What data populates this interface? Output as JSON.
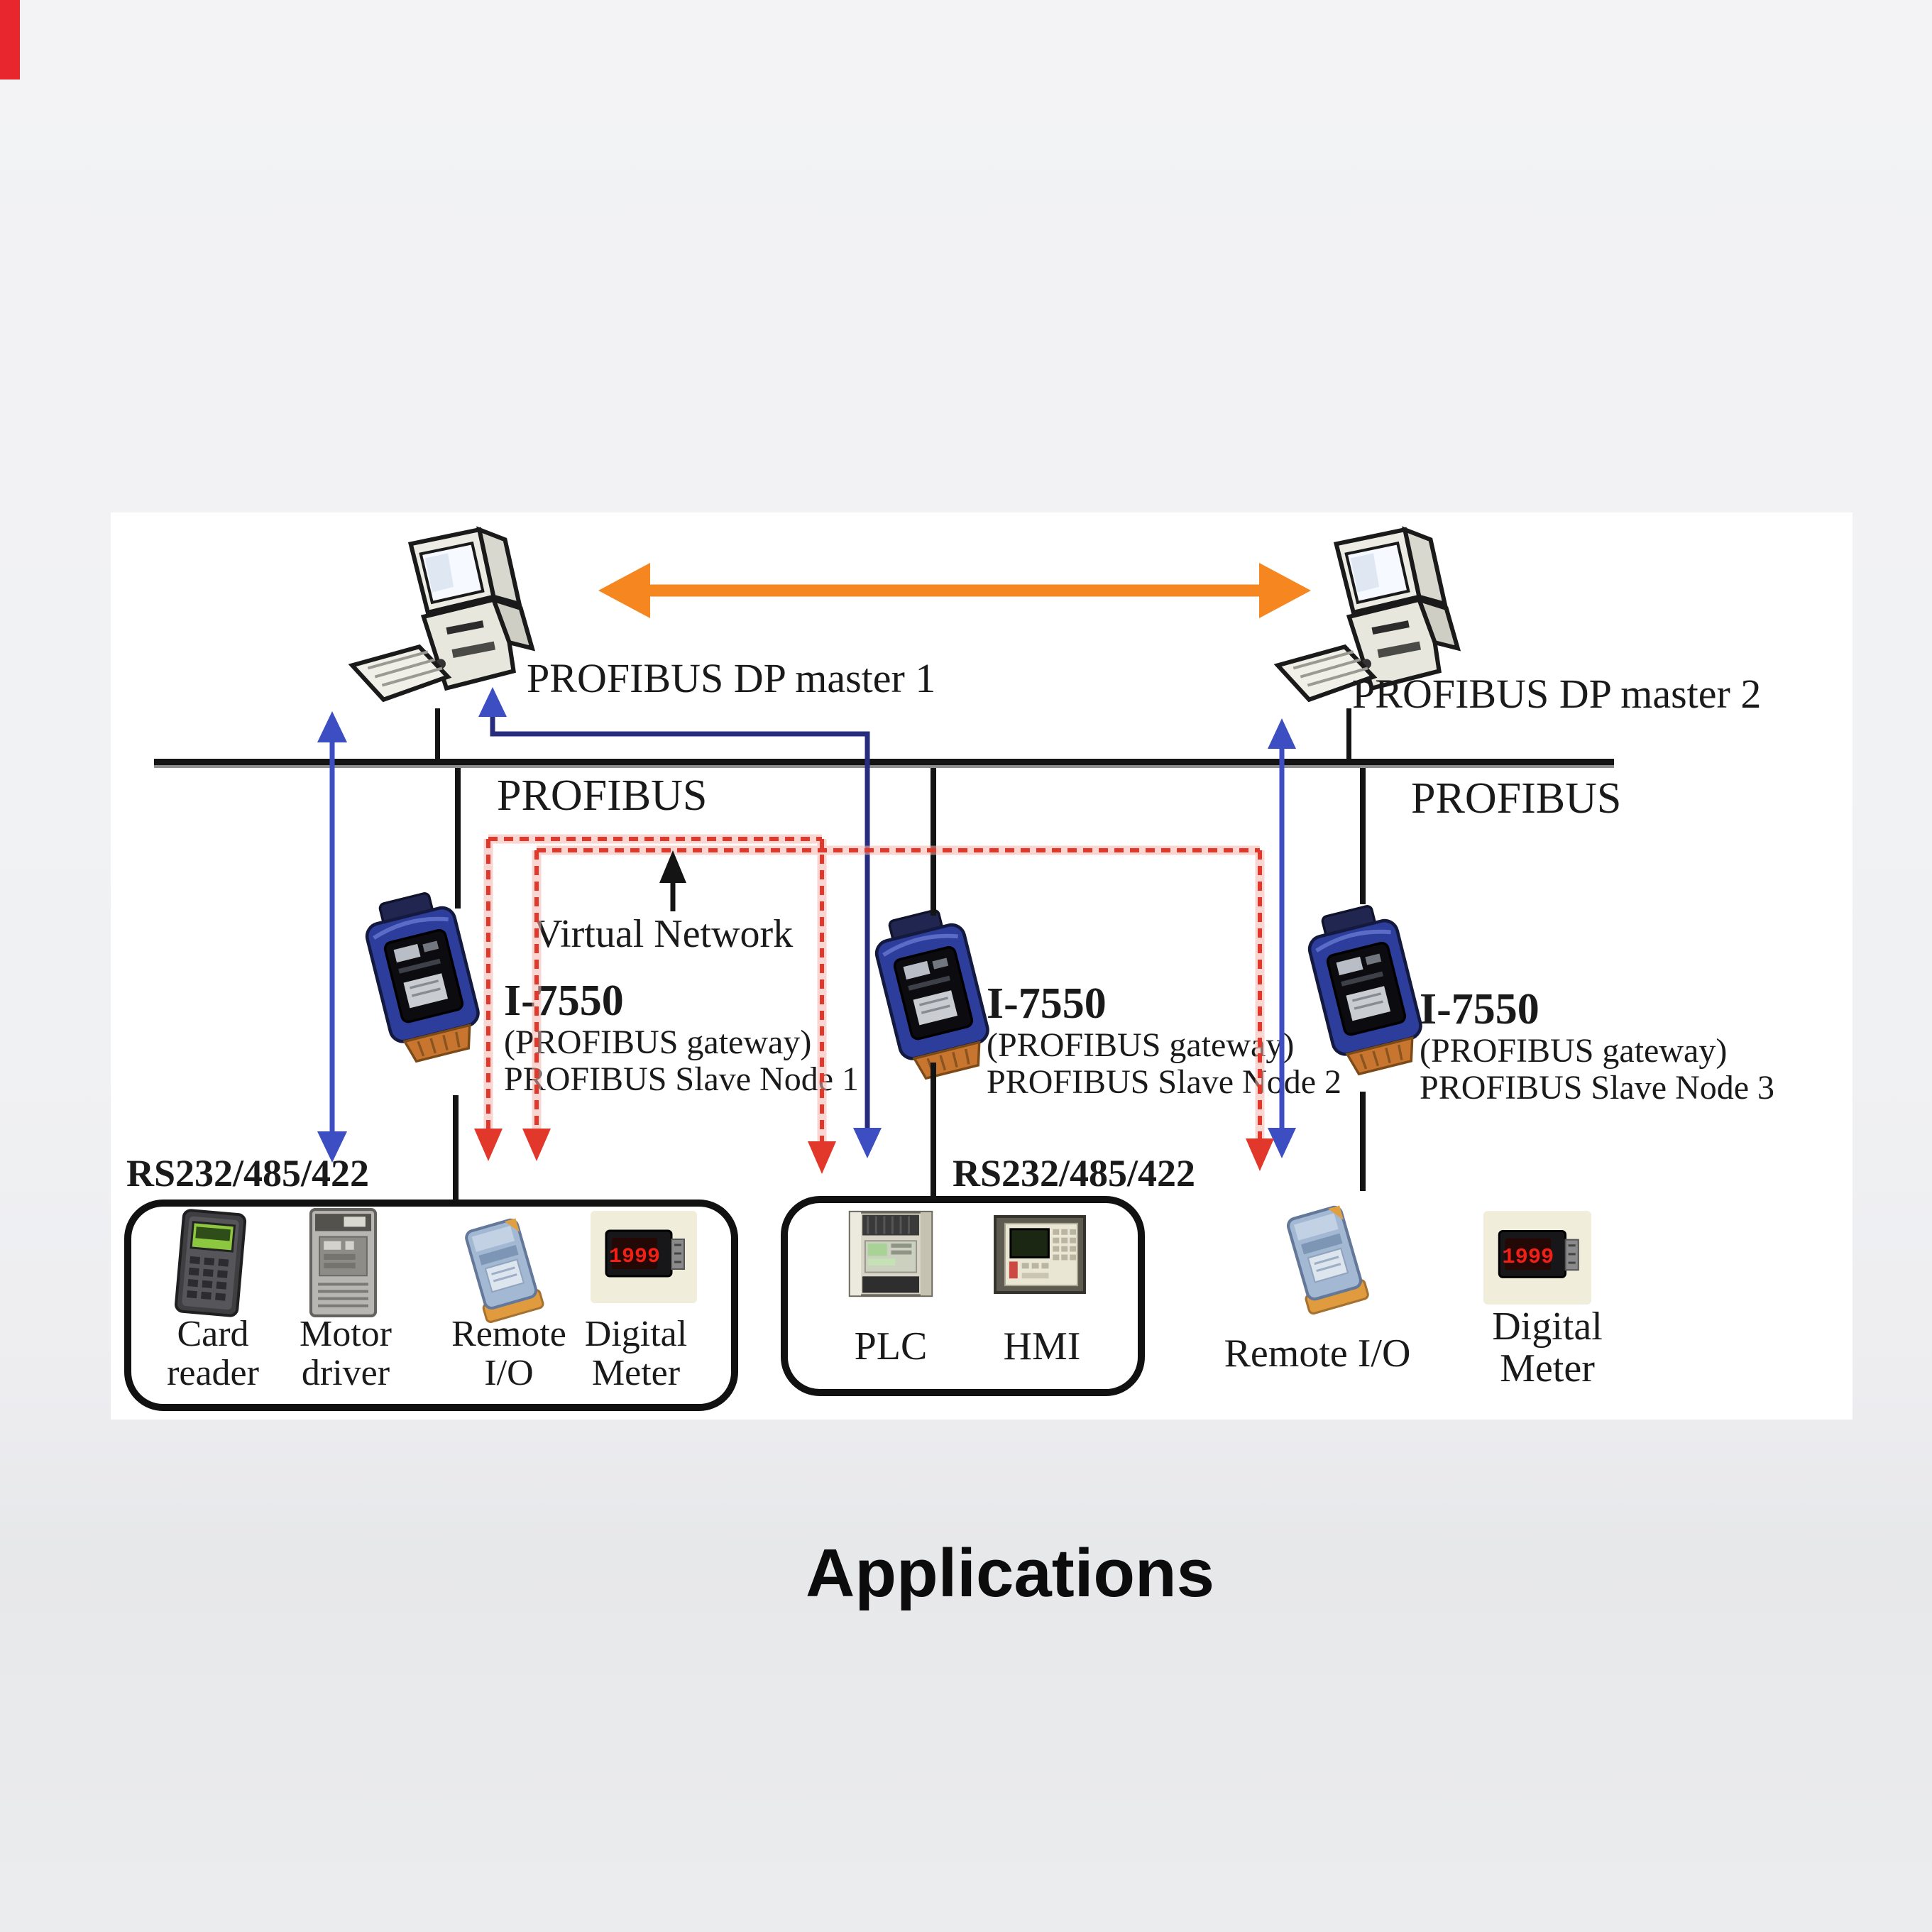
{
  "caption": "Applications",
  "masters": [
    {
      "label": "PROFIBUS DP master 1"
    },
    {
      "label": "PROFIBUS DP master 2"
    }
  ],
  "bus": {
    "left_label": "PROFIBUS",
    "right_label": "PROFIBUS"
  },
  "virtual_network_label": "Virtual Network",
  "serial_labels": [
    "RS232/485/422",
    "RS232/485/422"
  ],
  "gateways": [
    {
      "model": "I-7550",
      "type": "(PROFIBUS gateway)",
      "node": "PROFIBUS Slave Node 1"
    },
    {
      "model": "I-7550",
      "type": "(PROFIBUS gateway)",
      "node": "PROFIBUS Slave Node 2"
    },
    {
      "model": "I-7550",
      "type": "(PROFIBUS gateway)",
      "node": "PROFIBUS Slave Node 3"
    }
  ],
  "group1": {
    "devices": [
      {
        "line1": "Card",
        "line2": "reader"
      },
      {
        "line1": "Motor",
        "line2": "driver"
      },
      {
        "line1": "Remote",
        "line2": "I/O"
      },
      {
        "line1": "Digital",
        "line2": "Meter"
      }
    ]
  },
  "group2": {
    "devices": [
      {
        "line1": "PLC"
      },
      {
        "line1": "HMI"
      }
    ]
  },
  "group3": {
    "devices": [
      {
        "line1": "Remote I/O"
      },
      {
        "line1": "Digital",
        "line2": "Meter"
      }
    ]
  },
  "meter_display": "1999",
  "icons": {
    "computer": "pc-icon",
    "gateway_module": "i7550-module-icon",
    "card_reader": "card-reader-icon",
    "motor_driver": "motor-driver-icon",
    "remote_io": "remote-io-module-icon",
    "digital_meter": "digital-meter-icon",
    "plc": "plc-icon",
    "hmi": "hmi-icon"
  },
  "colors": {
    "orange_arrow": "#F6861F",
    "blue_arrow": "#3C4EC2",
    "navy_line": "#282C7E",
    "red_dashed": "#E2382C",
    "bus_line": "#141414",
    "panel_bg": "#FFFFFF",
    "page_bg": "#F0F1F3"
  }
}
